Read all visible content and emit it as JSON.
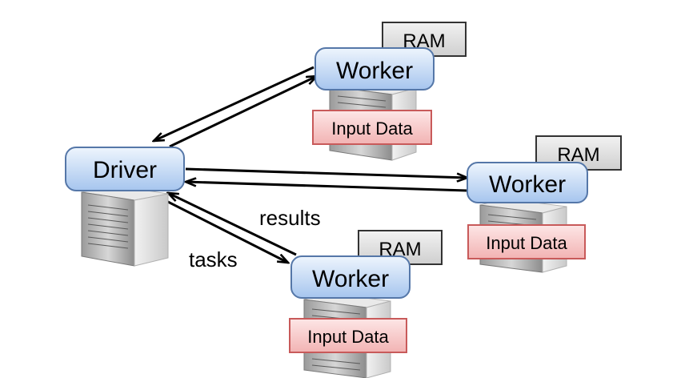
{
  "diagram": {
    "driver": {
      "label": "Driver"
    },
    "edge_labels": {
      "results": "results",
      "tasks": "tasks"
    },
    "workers": [
      {
        "label": "Worker",
        "memory": "RAM",
        "data": "Input Data"
      },
      {
        "label": "Worker",
        "memory": "RAM",
        "data": "Input Data"
      },
      {
        "label": "Worker",
        "memory": "RAM",
        "data": "Input Data"
      }
    ]
  },
  "colors": {
    "node_fill_top": "#e8f1fc",
    "node_fill_bottom": "#a9c8ef",
    "node_stroke": "#5577a8",
    "ram_fill": "#e2e2e2",
    "ram_stroke": "#333333",
    "input_fill": "#f9d1d1",
    "input_stroke": "#c85a5a",
    "server_light": "#eeeeee",
    "server_dark": "#8a8a8a",
    "arrow": "#000000"
  }
}
